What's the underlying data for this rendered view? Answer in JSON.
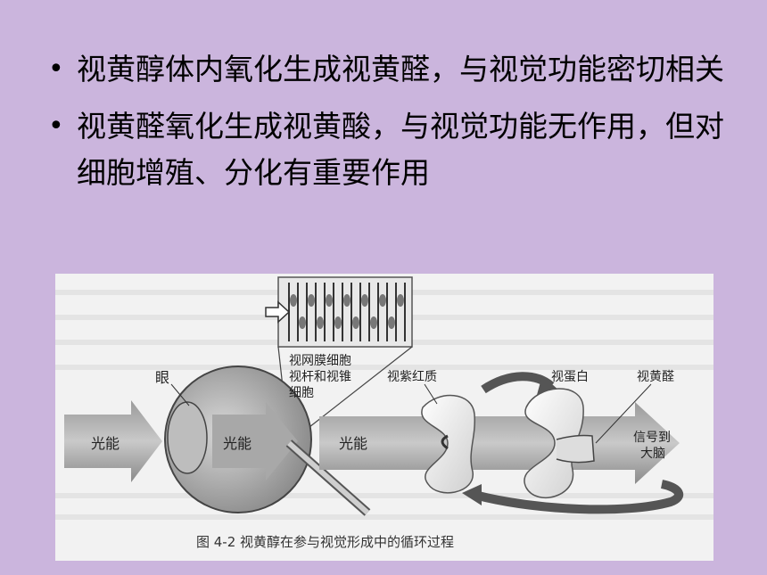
{
  "bullets": [
    "视黄醇体内氧化生成视黄醛，与视觉功能密切相关",
    "视黄醛氧化生成视黄酸，与视觉功能无作用，但对细胞增殖、分化有重要作用"
  ],
  "figure": {
    "labels": {
      "eye": "眼",
      "light": "光能",
      "retina_line1": "视网膜细胞",
      "retina_line2": "视杆和视锥",
      "retina_line3": "细胞",
      "rhodopsin": "视紫红质",
      "opsin": "视蛋白",
      "retinal": "视黄醛",
      "signal_line1": "信号到",
      "signal_line2": "大脑"
    },
    "caption": "图 4-2   视黄醇在参与视觉形成中的循环过程"
  }
}
